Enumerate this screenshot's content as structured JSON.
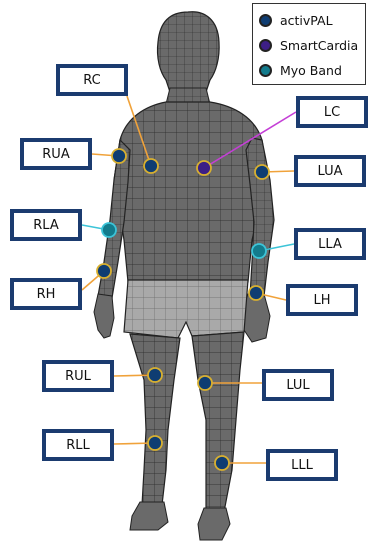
{
  "legend": {
    "items": [
      {
        "label": "activPAL",
        "color": "#0f3d72"
      },
      {
        "label": "SmartCardia",
        "color": "#3d1f86"
      },
      {
        "label": "Myo Band",
        "color": "#137b8c"
      }
    ]
  },
  "sensors": [
    {
      "id": "RC",
      "label": "RC",
      "device": "activPAL",
      "line_color": "#f0a23a"
    },
    {
      "id": "LC",
      "label": "LC",
      "device": "SmartCardia",
      "line_color": "#c43fd6"
    },
    {
      "id": "RUA",
      "label": "RUA",
      "device": "activPAL",
      "line_color": "#f0a23a"
    },
    {
      "id": "LUA",
      "label": "LUA",
      "device": "activPAL",
      "line_color": "#f0a23a"
    },
    {
      "id": "RLA",
      "label": "RLA",
      "device": "Myo Band",
      "line_color": "#3cc4d8"
    },
    {
      "id": "LLA",
      "label": "LLA",
      "device": "Myo Band",
      "line_color": "#3cc4d8"
    },
    {
      "id": "RH",
      "label": "RH",
      "device": "activPAL",
      "line_color": "#f0a23a"
    },
    {
      "id": "LH",
      "label": "LH",
      "device": "activPAL",
      "line_color": "#f0a23a"
    },
    {
      "id": "RUL",
      "label": "RUL",
      "device": "activPAL",
      "line_color": "#f0a23a"
    },
    {
      "id": "LUL",
      "label": "LUL",
      "device": "activPAL",
      "line_color": "#f0a23a"
    },
    {
      "id": "RLL",
      "label": "RLL",
      "device": "activPAL",
      "line_color": "#f0a23a"
    },
    {
      "id": "LLL",
      "label": "LLL",
      "device": "activPAL",
      "line_color": "#f0a23a"
    }
  ],
  "colors": {
    "body_fill": "#6a6a6a",
    "shorts_fill": "#a9a9a9",
    "mesh_line": "#2a2a2a",
    "label_border": "#1b3b6f"
  }
}
